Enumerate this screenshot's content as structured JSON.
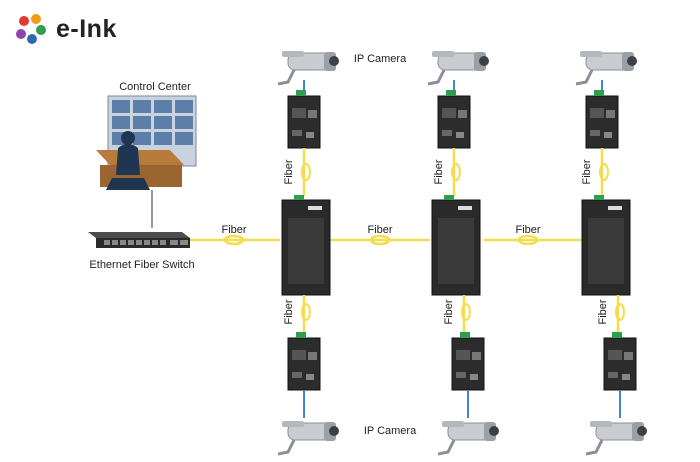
{
  "brand": {
    "name": "e-Ink",
    "colors": {
      "red": "#e4372f",
      "orange": "#f39c12",
      "green": "#2e9e4f",
      "blue": "#2b6cb0",
      "purple": "#8e44ad"
    }
  },
  "labels": {
    "control_center": "Control Center",
    "ethernet_switch": "Ethernet Fiber Switch",
    "ip_camera_top": "IP Camera",
    "ip_camera_bottom": "IP Camera",
    "fiber": "Fiber"
  },
  "colors": {
    "fiber_line": "#f5dc4c",
    "copper_line": "#3d86d8",
    "device": "#2b2b2b"
  }
}
